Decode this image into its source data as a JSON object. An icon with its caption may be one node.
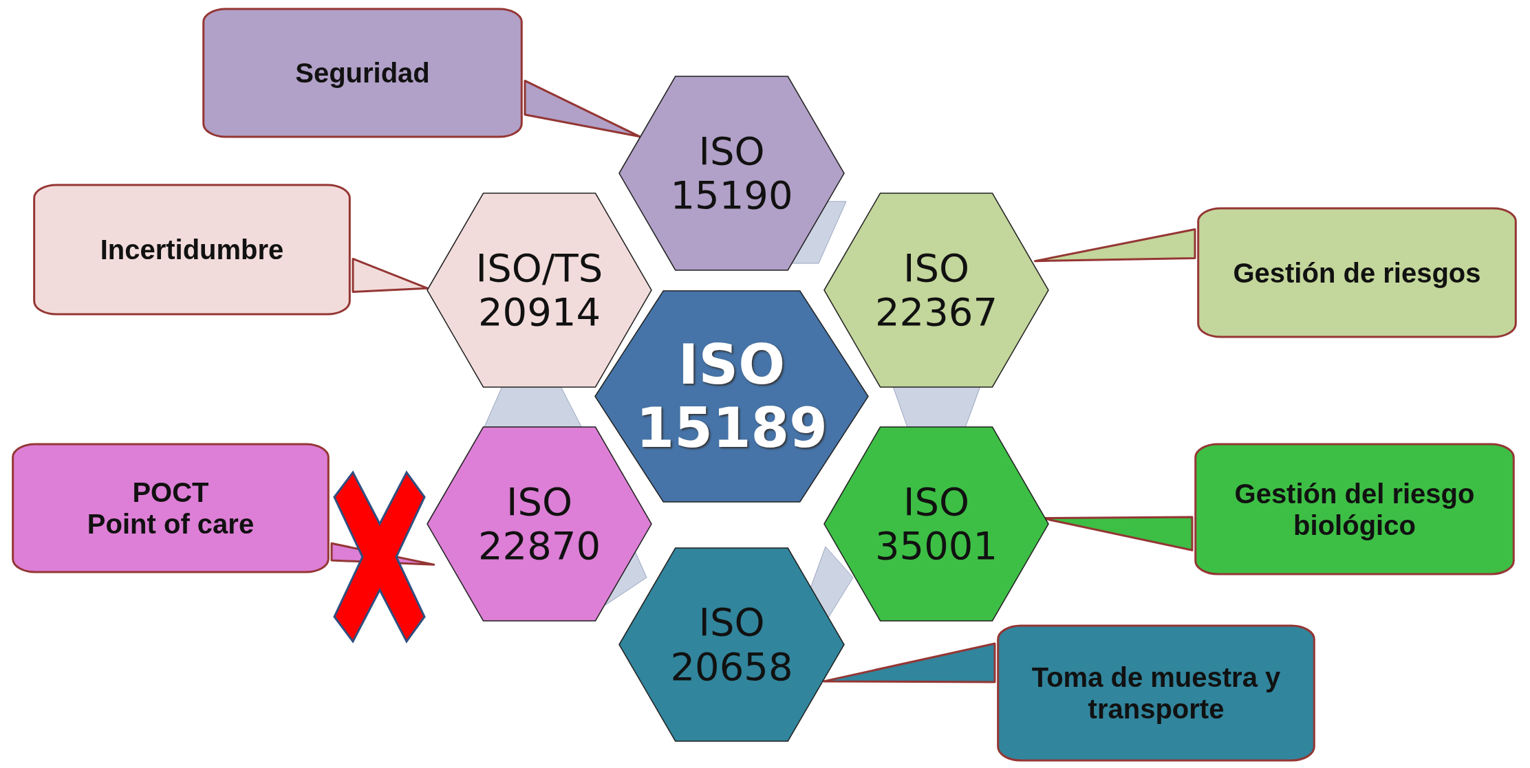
{
  "diagram": {
    "nodes": [
      {
        "text": [
          "ISO 15189"
        ]
      },
      {
        "text": [
          "ISO 15190"
        ]
      },
      {
        "text": [
          "ISO/TS 20914"
        ]
      },
      {
        "text": [
          "ISO 22367"
        ]
      },
      {
        "text": [
          "ISO 22870"
        ]
      },
      {
        "text": [
          "ISO 35001"
        ]
      },
      {
        "text": [
          "ISO 20658"
        ]
      },
      {
        "text": [
          "Seguridad"
        ]
      },
      {
        "text": [
          "Incertidumbre"
        ]
      },
      {
        "text": [
          "Gestión de riesgos"
        ]
      },
      {
        "text": [
          "POCT",
          "Point of care"
        ]
      },
      {
        "text": [
          "Gestión del riesgo biológico"
        ]
      },
      {
        "text": [
          "Toma de muestra y transporte"
        ]
      }
    ],
    "edges": [
      {
        "from": 7,
        "to": 1,
        "arrow": "none"
      },
      {
        "from": 8,
        "to": 2,
        "arrow": "none"
      },
      {
        "from": 9,
        "to": 3,
        "arrow": "none"
      },
      {
        "from": 10,
        "to": 4,
        "arrow": "none"
      },
      {
        "from": 11,
        "to": 5,
        "arrow": "none"
      },
      {
        "from": 12,
        "to": 6,
        "arrow": "none"
      }
    ]
  }
}
